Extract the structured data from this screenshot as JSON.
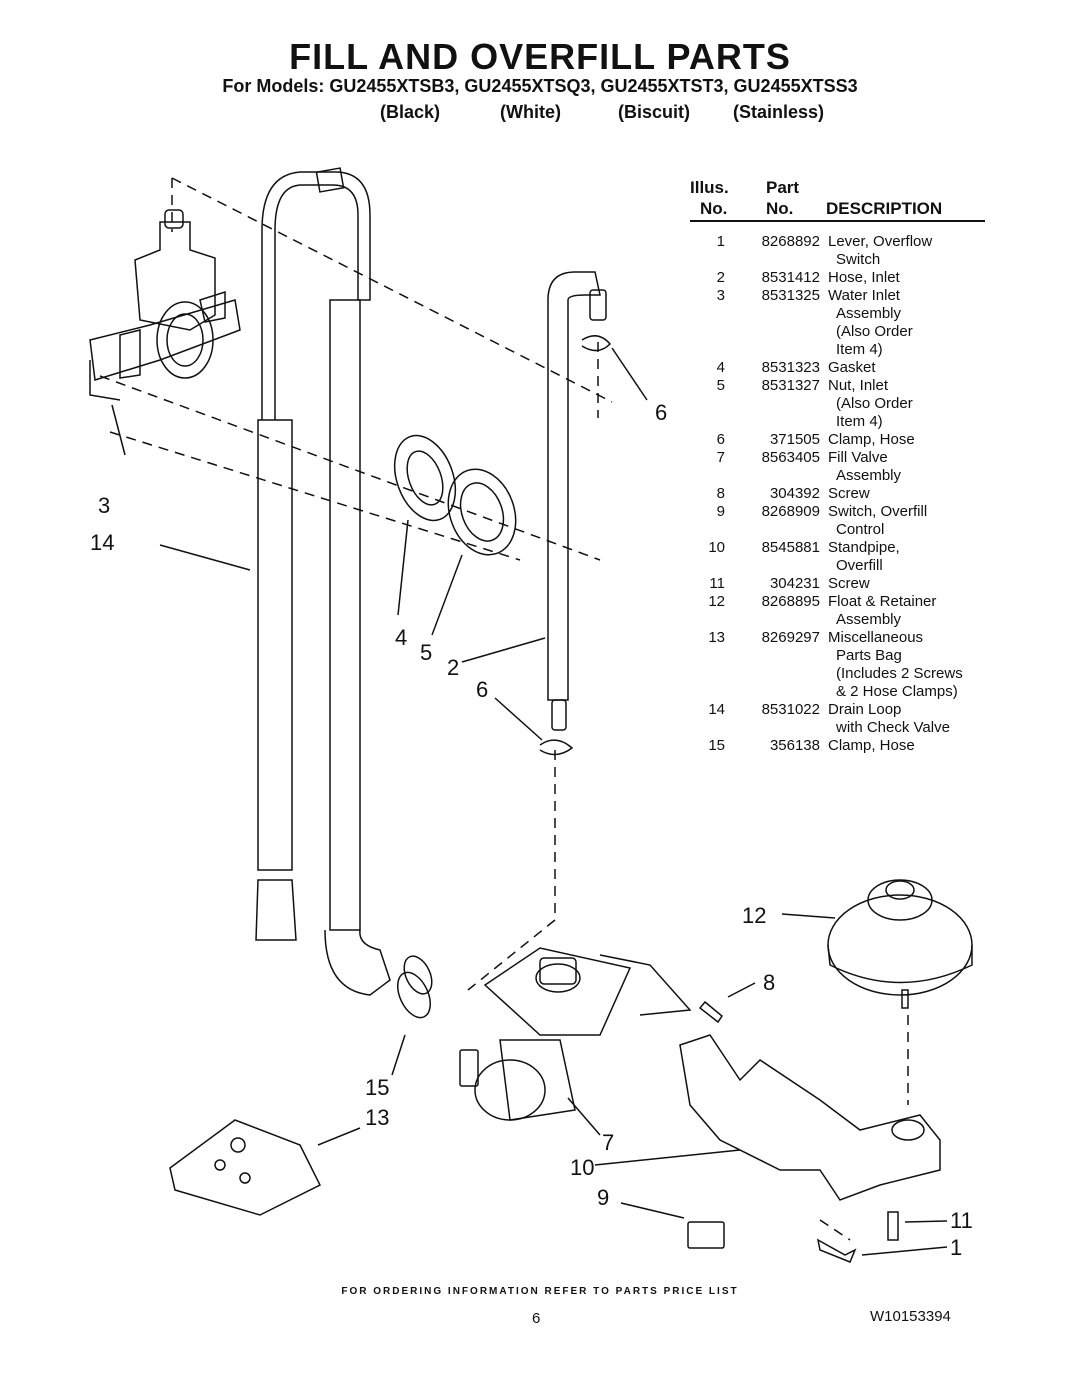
{
  "header": {
    "title": "FILL AND OVERFILL PARTS",
    "models_line": "For Models: GU2455XTSB3, GU2455XTSQ3, GU2455XTST3, GU2455XTSS3",
    "colors": [
      "(Black)",
      "(White)",
      "(Biscuit)",
      "(Stainless)"
    ]
  },
  "table": {
    "head": {
      "illus_1": "Illus.",
      "illus_2": "No.",
      "part_1": "Part",
      "part_2": "No.",
      "desc": "DESCRIPTION"
    },
    "rows": [
      {
        "no": "1",
        "part": "8268892",
        "desc": [
          "Lever, Overflow",
          "Switch"
        ]
      },
      {
        "no": "2",
        "part": "8531412",
        "desc": [
          "Hose, Inlet"
        ]
      },
      {
        "no": "3",
        "part": "8531325",
        "desc": [
          "Water Inlet",
          "Assembly",
          "(Also Order",
          "Item 4)"
        ]
      },
      {
        "no": "4",
        "part": "8531323",
        "desc": [
          "Gasket"
        ]
      },
      {
        "no": "5",
        "part": "8531327",
        "desc": [
          "Nut, Inlet",
          "(Also Order",
          "Item 4)"
        ]
      },
      {
        "no": "6",
        "part": "371505",
        "desc": [
          "Clamp, Hose"
        ]
      },
      {
        "no": "7",
        "part": "8563405",
        "desc": [
          "Fill Valve",
          "Assembly"
        ]
      },
      {
        "no": "8",
        "part": "304392",
        "desc": [
          "Screw"
        ]
      },
      {
        "no": "9",
        "part": "8268909",
        "desc": [
          "Switch, Overfill",
          "Control"
        ]
      },
      {
        "no": "10",
        "part": "8545881",
        "desc": [
          "Standpipe,",
          "Overfill"
        ]
      },
      {
        "no": "11",
        "part": "304231",
        "desc": [
          "Screw"
        ]
      },
      {
        "no": "12",
        "part": "8268895",
        "desc": [
          "Float & Retainer",
          "Assembly"
        ]
      },
      {
        "no": "13",
        "part": "8269297",
        "desc": [
          "Miscellaneous",
          "Parts Bag",
          "(Includes 2 Screws",
          "& 2 Hose Clamps)"
        ]
      },
      {
        "no": "14",
        "part": "8531022",
        "desc": [
          "Drain Loop",
          "with Check Valve"
        ]
      },
      {
        "no": "15",
        "part": "356138",
        "desc": [
          "Clamp, Hose"
        ]
      }
    ]
  },
  "callouts": {
    "c3": "3",
    "c14": "14",
    "c4": "4",
    "c5": "5",
    "c2": "2",
    "c6a": "6",
    "c6b": "6",
    "c12": "12",
    "c8": "8",
    "c15": "15",
    "c13": "13",
    "c7": "7",
    "c10": "10",
    "c9": "9",
    "c11": "11",
    "c1": "1"
  },
  "footer": {
    "ordering": "FOR ORDERING INFORMATION REFER TO PARTS PRICE LIST",
    "page": "6",
    "doc_id": "W10153394"
  }
}
